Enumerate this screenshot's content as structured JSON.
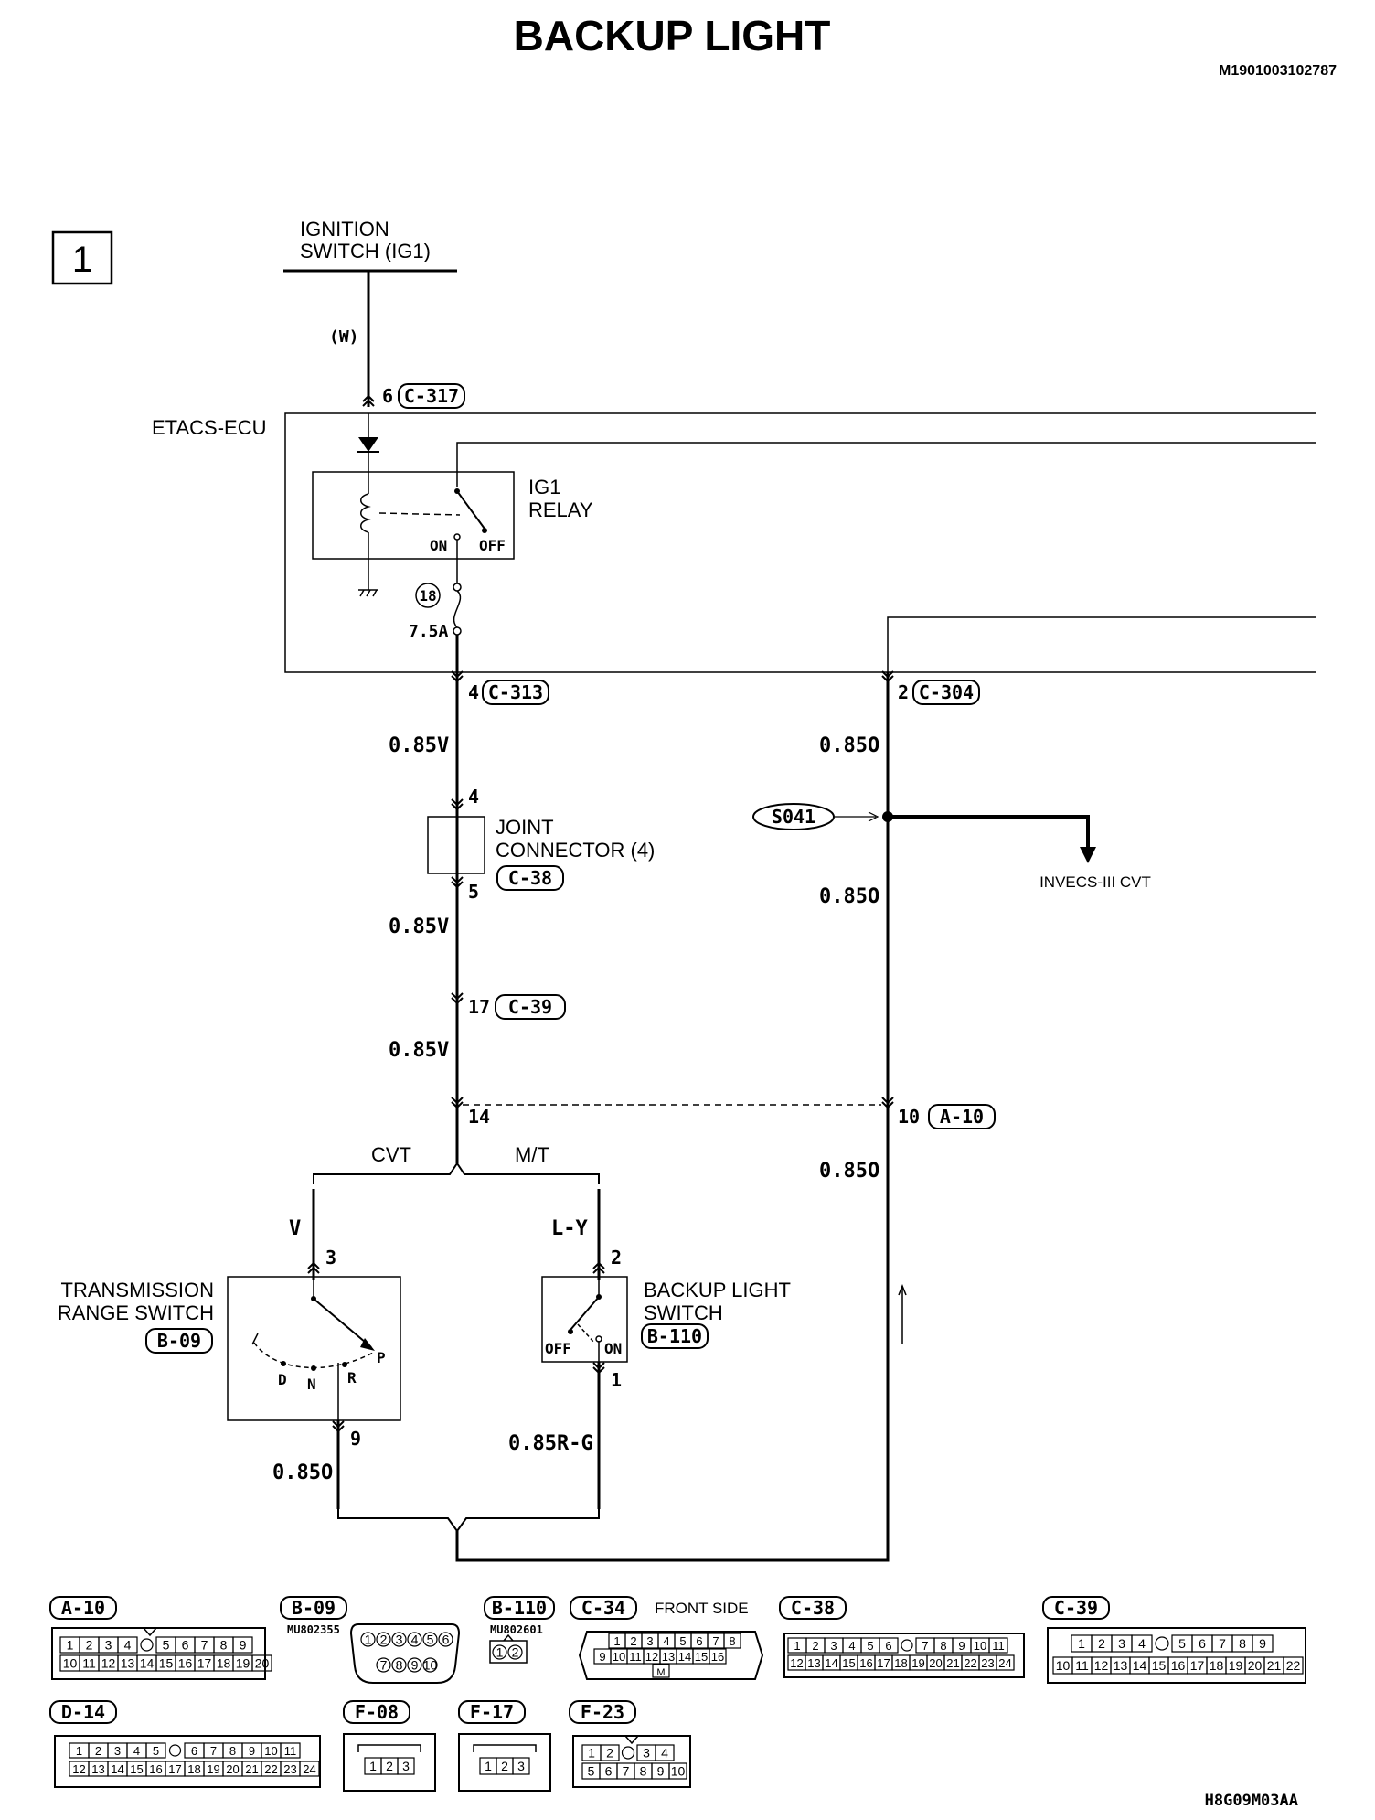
{
  "header": {
    "title": "BACKUP LIGHT",
    "doc_id": "M1901003102787",
    "page_number": "1",
    "figure_code": "H8G09M03AA"
  },
  "power": {
    "ignition_label_1": "IGNITION",
    "ignition_label_2": "SWITCH (IG1)",
    "ig_wire": "(W)",
    "pin_6": "6",
    "conn_c317": "C-317"
  },
  "ecu": {
    "name": "ETACS-ECU",
    "relay_1": "IG1",
    "relay_2": "RELAY",
    "on": "ON",
    "off": "OFF",
    "fuse_num": "18",
    "fuse_rating": "7.5A",
    "pin_4": "4",
    "conn_c313": "C-313",
    "pin_2": "2",
    "conn_c304": "C-304"
  },
  "left_branch": {
    "wire_1": "0.85V",
    "jc_pin_in": "4",
    "jc_label_1": "JOINT",
    "jc_label_2": "CONNECTOR (4)",
    "jc_conn": "C-38",
    "jc_pin_out": "5",
    "wire_2": "0.85V",
    "pin_17": "17",
    "conn_c39": "C-39",
    "wire_3": "0.85V",
    "pin_14": "14",
    "cvt": "CVT",
    "mt": "M/T"
  },
  "right_branch": {
    "wire_1": "0.85O",
    "splice": "S041",
    "invecs": "INVECS-III CVT",
    "wire_2": "0.85O",
    "pin_10": "10",
    "conn_a10": "A-10",
    "wire_3": "0.85O"
  },
  "trs": {
    "label_1": "TRANSMISSION",
    "label_2": "RANGE SWITCH",
    "conn": "B-09",
    "wire_in": "V",
    "pin_in": "3",
    "d": "D",
    "n": "N",
    "r": "R",
    "p": "P",
    "pin_out": "9",
    "wire_out": "0.85O"
  },
  "bls": {
    "label_1": "BACKUP LIGHT",
    "label_2": "SWITCH",
    "conn": "B-110",
    "wire_in": "L-Y",
    "pin_in": "2",
    "off": "OFF",
    "on": "ON",
    "pin_out": "1",
    "wire_out": "0.85R-G"
  },
  "connectors": {
    "a10": {
      "name": "A-10",
      "row1": [
        "1",
        "2",
        "3",
        "4",
        "",
        "5",
        "6",
        "7",
        "8",
        "9"
      ],
      "row2": [
        "10",
        "11",
        "12",
        "13",
        "14",
        "15",
        "16",
        "17",
        "18",
        "19",
        "20"
      ]
    },
    "b09": {
      "name": "B-09",
      "part": "MU802355",
      "row1": [
        "1",
        "2",
        "3",
        "4",
        "5",
        "6"
      ],
      "row2": [
        "7",
        "8",
        "9",
        "10"
      ]
    },
    "b110": {
      "name": "B-110",
      "part": "MU802601",
      "row1": [
        "1",
        "2"
      ]
    },
    "c34": {
      "name": "C-34",
      "note": "FRONT SIDE",
      "row1": [
        "1",
        "2",
        "3",
        "4",
        "5",
        "6",
        "7",
        "8"
      ],
      "row2": [
        "9",
        "10",
        "11",
        "12",
        "13",
        "14",
        "15",
        "16"
      ],
      "row3": [
        "M"
      ]
    },
    "c38": {
      "name": "C-38",
      "row1": [
        "1",
        "2",
        "3",
        "4",
        "5",
        "6",
        "",
        "7",
        "8",
        "9",
        "10",
        "11"
      ],
      "row2": [
        "12",
        "13",
        "14",
        "15",
        "16",
        "17",
        "18",
        "19",
        "20",
        "21",
        "22",
        "23",
        "24"
      ]
    },
    "c39": {
      "name": "C-39",
      "row1": [
        "1",
        "2",
        "3",
        "4",
        "",
        "5",
        "6",
        "7",
        "8",
        "9"
      ],
      "row2": [
        "10",
        "11",
        "12",
        "13",
        "14",
        "15",
        "16",
        "17",
        "18",
        "19",
        "20",
        "21",
        "22"
      ]
    },
    "d14": {
      "name": "D-14",
      "row1": [
        "1",
        "2",
        "3",
        "4",
        "5",
        "",
        "6",
        "7",
        "8",
        "9",
        "10",
        "11"
      ],
      "row2": [
        "12",
        "13",
        "14",
        "15",
        "16",
        "17",
        "18",
        "19",
        "20",
        "21",
        "22",
        "23",
        "24"
      ]
    },
    "f08": {
      "name": "F-08",
      "row1": [
        "1",
        "2",
        "3"
      ]
    },
    "f17": {
      "name": "F-17",
      "row1": [
        "1",
        "2",
        "3"
      ]
    },
    "f23": {
      "name": "F-23",
      "row1": [
        "1",
        "2",
        "",
        "3",
        "4"
      ],
      "row2": [
        "5",
        "6",
        "7",
        "8",
        "9",
        "10"
      ]
    }
  }
}
